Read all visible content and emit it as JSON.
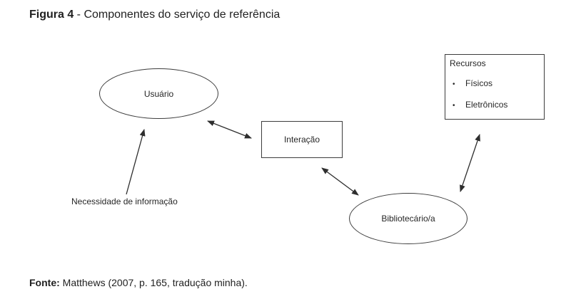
{
  "title": {
    "bold": "Figura 4",
    "rest": " - Componentes do serviço de referência"
  },
  "diagram": {
    "nodes": {
      "usuario": {
        "label": "Usuário",
        "shape": "ellipse"
      },
      "interacao": {
        "label": "Interação",
        "shape": "rectangle"
      },
      "bibliotecario": {
        "label": "Bibliotecário/a",
        "shape": "ellipse"
      },
      "recursos": {
        "shape": "rectangle",
        "title": "Recursos",
        "bullet": "•",
        "items": [
          "Físicos",
          "Eletrônicos"
        ]
      }
    },
    "annotation": "Necessidade de informação",
    "edges": [
      {
        "from": "usuario",
        "to": "interacao",
        "bidirectional": true
      },
      {
        "from": "interacao",
        "to": "bibliotecario",
        "bidirectional": true
      },
      {
        "from": "bibliotecario",
        "to": "recursos",
        "bidirectional": true
      },
      {
        "from": "necessidade-de-informacao",
        "to": "usuario",
        "bidirectional": false
      }
    ]
  },
  "footer": {
    "bold": "Fonte:",
    "rest": " Matthews (2007, p. 165, tradução minha)."
  },
  "colors": {
    "background": "#ffffff",
    "stroke": "#3c3c3c",
    "arrow": "#2e2e2e",
    "text": "#1f1f1f"
  }
}
